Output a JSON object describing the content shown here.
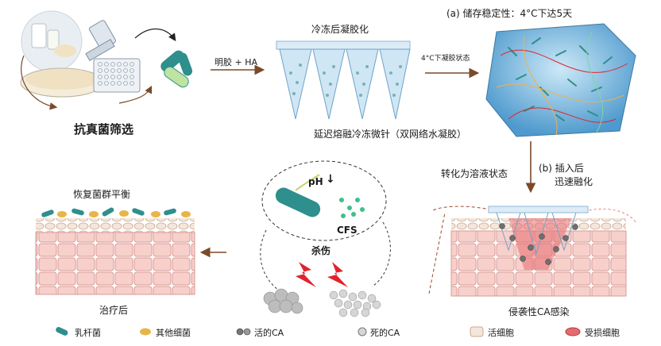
{
  "top": {
    "screening_label": "抗真菌筛选",
    "arrow1_label": "明胶 + HA",
    "freeze_title": "冷冻后凝胶化",
    "arrow2_label": "4°C下凝胶状态",
    "stability_label": "(a)  储存稳定性：4°C下达5天",
    "microneedle_caption": "延迟熔融冷冻微针（双网络水凝胶）"
  },
  "middle": {
    "transition_label": "转化为溶液状态",
    "insert_label_line1": "(b)  插入后",
    "insert_label_line2": "迅速融化",
    "restore_label": "恢复菌群平衡",
    "ph_label": "pH",
    "ph_arrow": "↓",
    "cfs_label": "CFS",
    "kill_label": "杀伤",
    "after_treatment_label": "治疗后",
    "infection_label": "侵袭性CA感染"
  },
  "legend": [
    {
      "icon": "lactobacillus-icon",
      "label": "乳杆菌"
    },
    {
      "icon": "other-bacteria-icon",
      "label": "其他细菌"
    },
    {
      "icon": "live-ca-icon",
      "label": "活的CA"
    },
    {
      "icon": "dead-ca-icon",
      "label": "死的CA"
    },
    {
      "icon": "live-cell-icon",
      "label": "活细胞"
    },
    {
      "icon": "damaged-cell-icon",
      "label": "受损细胞"
    }
  ],
  "colors": {
    "arrow": "#7a4a2a",
    "tissue_pink": "#f6c9c4",
    "tissue_top": "#f3e4d8",
    "lacto_teal": "#2e8f8c",
    "other_bacteria": "#e8b54a",
    "kill_red": "#e0242c",
    "needle_blue": "#cfe6f5"
  }
}
